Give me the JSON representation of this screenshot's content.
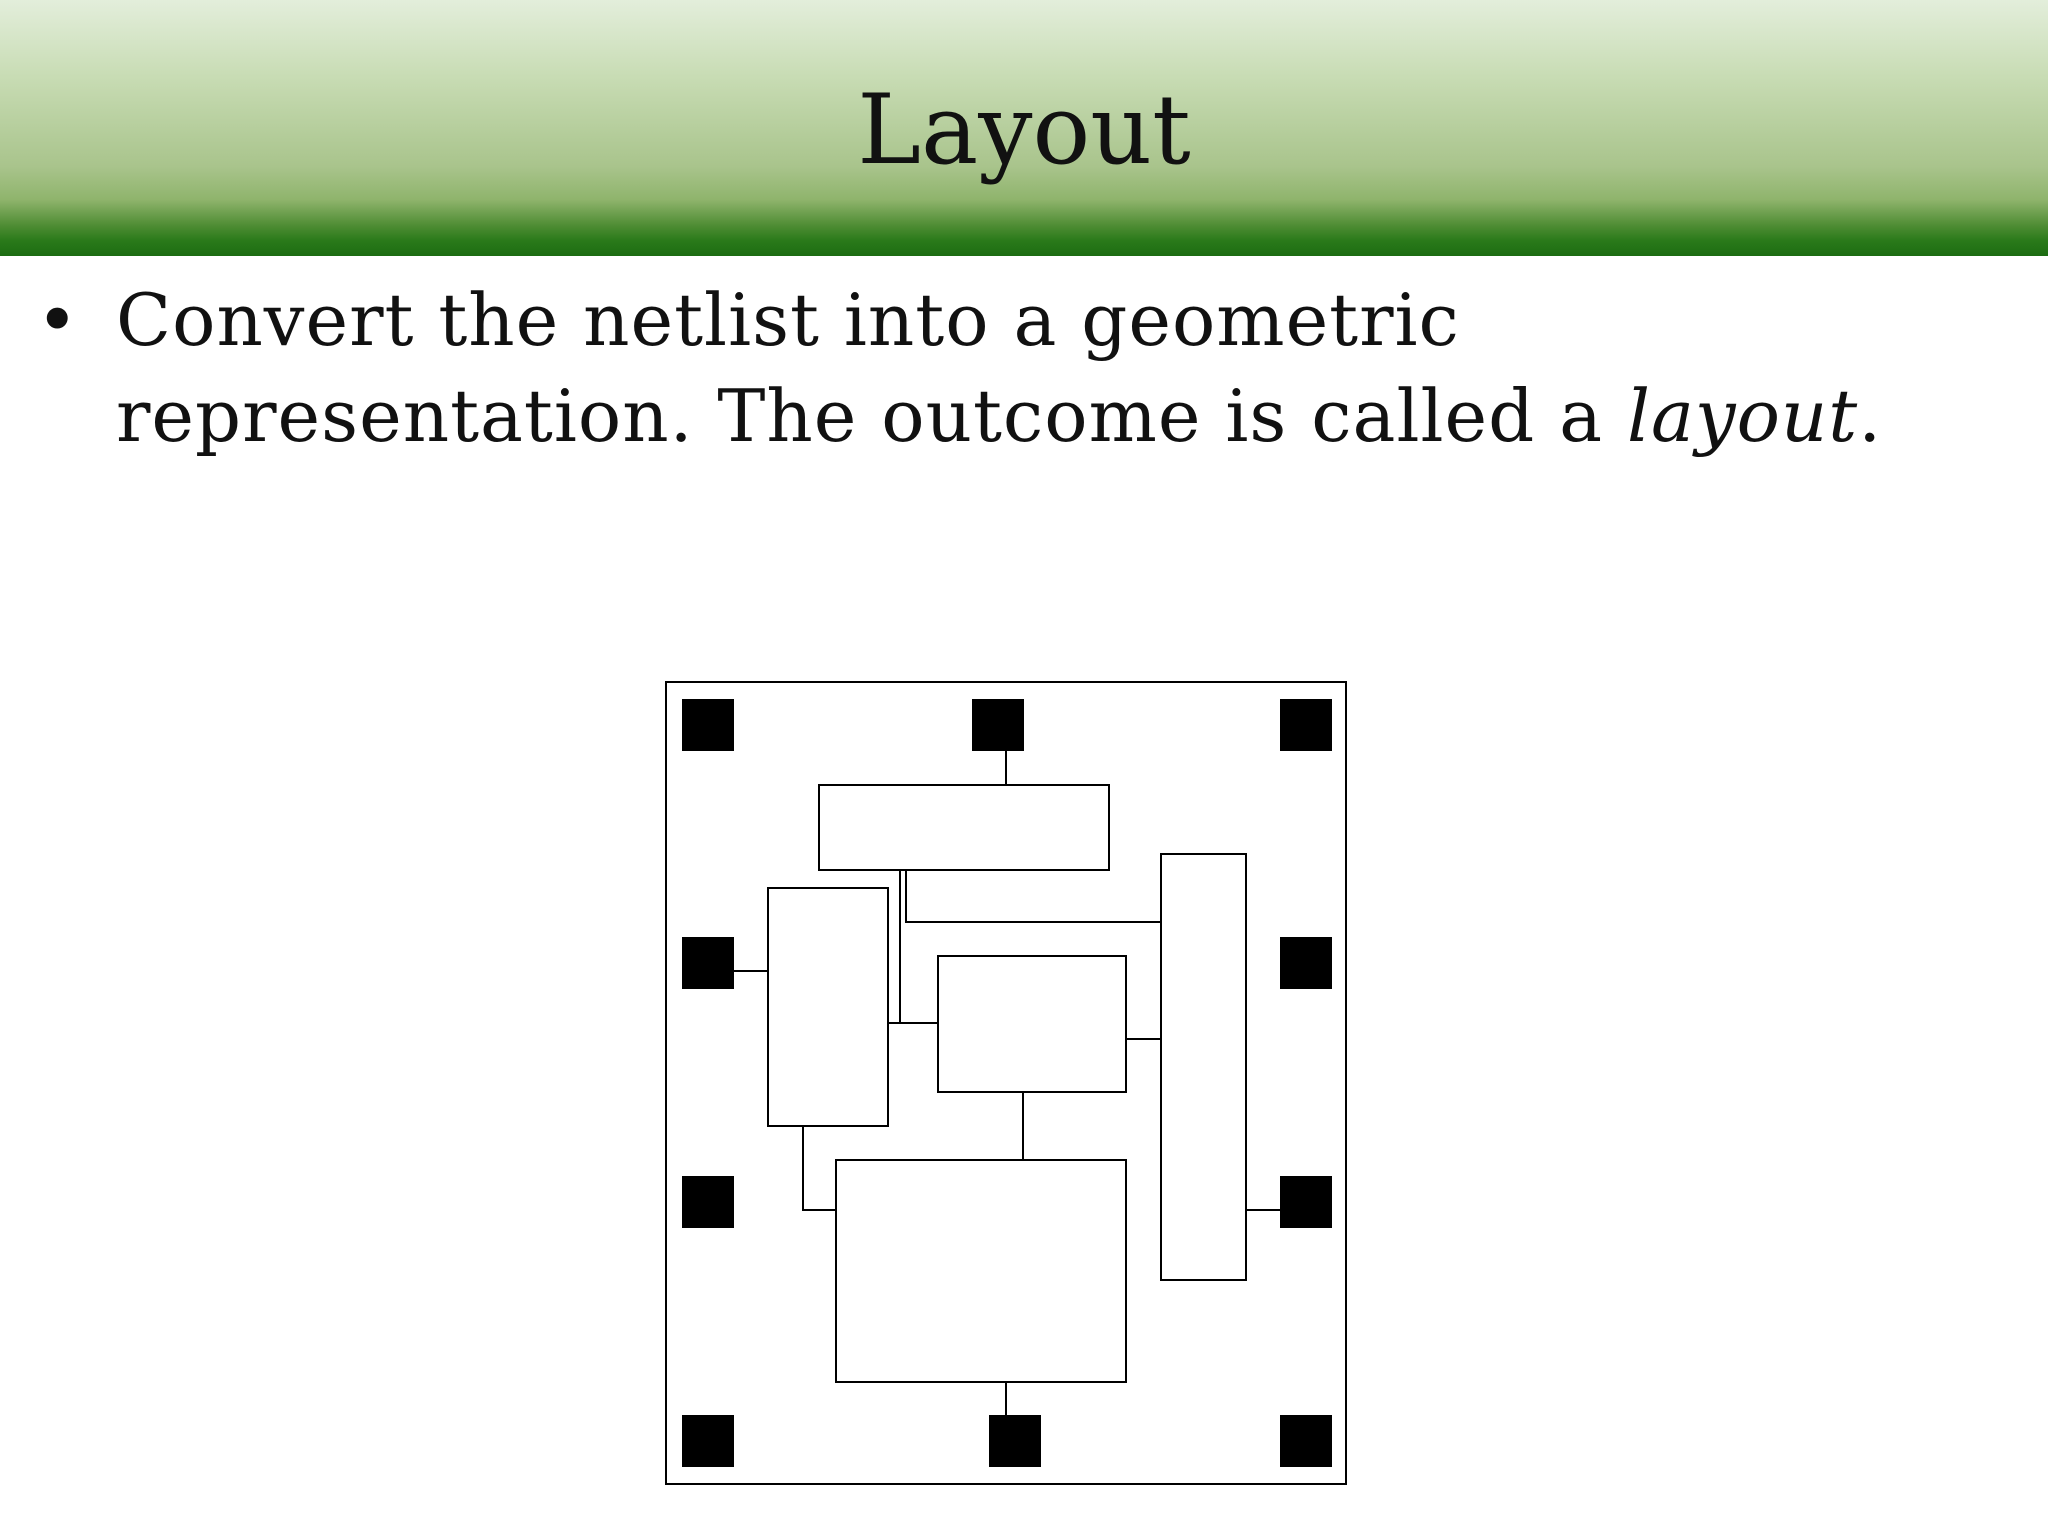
{
  "slide": {
    "title": "Layout",
    "bullet": {
      "marker": "•",
      "text_before": "Convert the netlist into a geometric representation. The outcome is called a ",
      "emphasis": "layout",
      "text_after": "."
    }
  },
  "diagram": {
    "pad_color": "#000000",
    "line_color": "#000000",
    "background": "#ffffff"
  }
}
